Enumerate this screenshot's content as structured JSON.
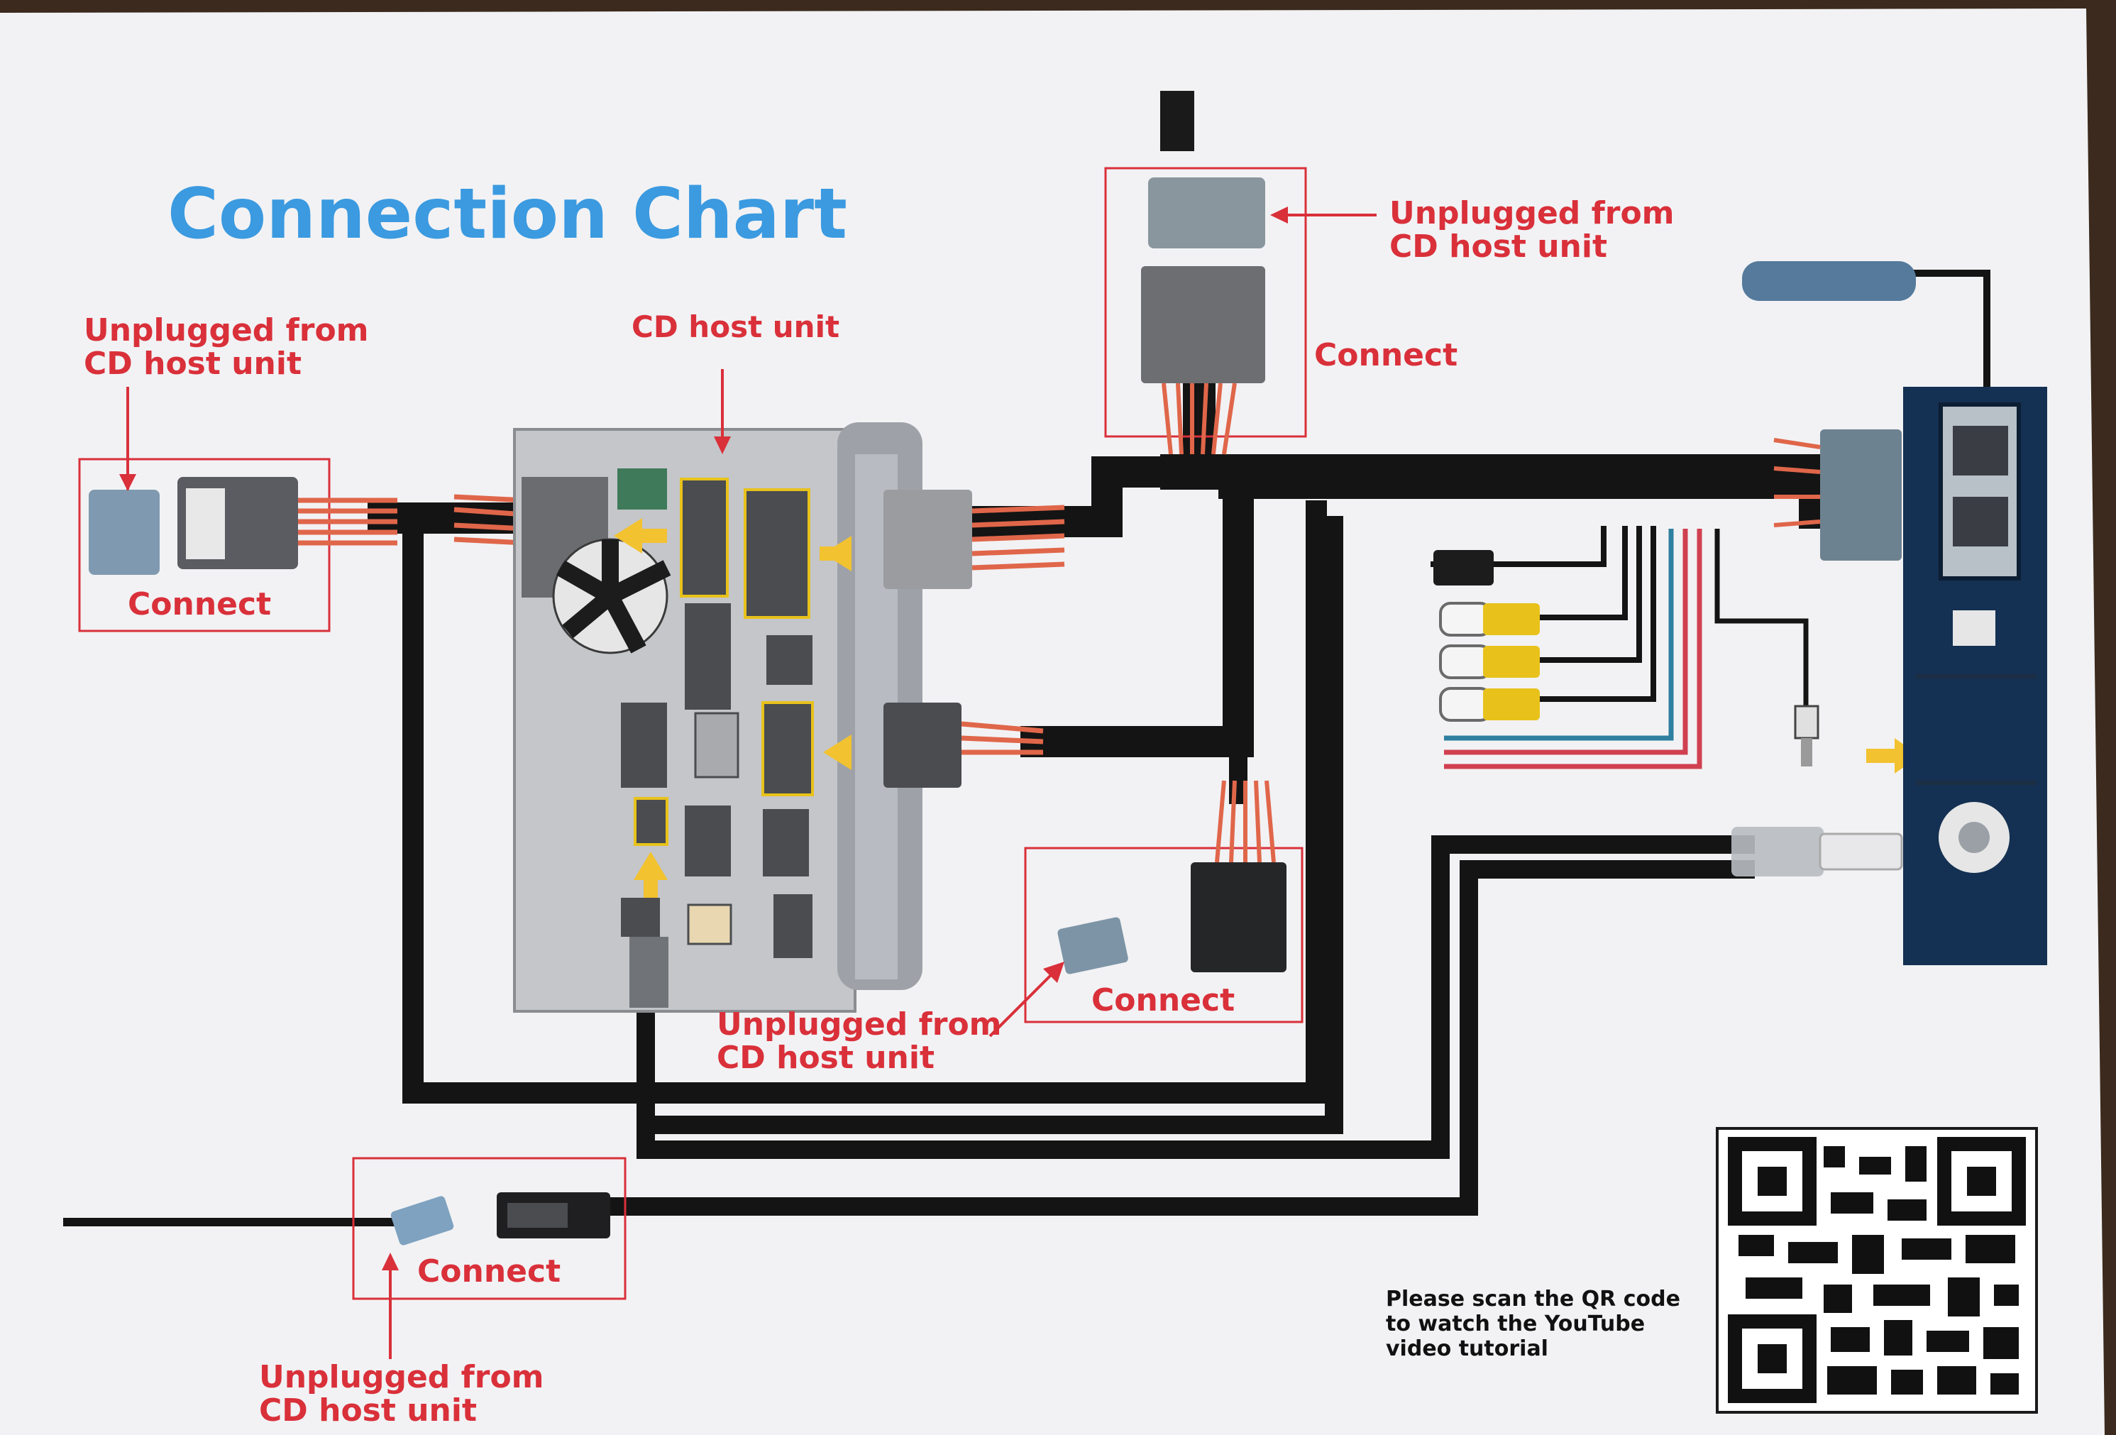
{
  "title": "Connection Chart",
  "labels": {
    "top_left_unplugged_line1": "Unplugged from",
    "top_left_unplugged_line2": "CD host unit",
    "top_left_connect": "Connect",
    "cd_host_unit": "CD host unit",
    "top_center_unplugged_line1": "Unplugged from",
    "top_center_unplugged_line2": "CD host unit",
    "top_center_connect": "Connect",
    "mid_unplugged_line1": "Unplugged from",
    "mid_unplugged_line2": "CD host unit",
    "mid_connect": "Connect",
    "bottom_connect": "Connect",
    "bottom_unplugged_line1": "Unplugged from",
    "bottom_unplugged_line2": "CD host unit"
  },
  "qr": {
    "note_line1": "Please scan the QR code",
    "note_line2": "to watch the YouTube",
    "note_line3": "video tutorial"
  },
  "colors": {
    "title": "#3b9ae0",
    "label_red": "#d9303a",
    "cable": "#141414",
    "box_outline": "#d9303a",
    "yellow_arrow": "#f2c230",
    "rca_yellow": "#e8c21b",
    "wire_orange": "#e0664a",
    "module_blue": "#143052"
  },
  "icons": {
    "cd_host_unit": "cd-host-unit-icon",
    "android_module": "android-module-icon",
    "antenna": "antenna-icon",
    "qr_code": "qr-code-icon",
    "rca_plug": "rca-plug-icon",
    "usb_plug": "usb-plug-icon",
    "aux_jack": "aux-jack-icon"
  }
}
